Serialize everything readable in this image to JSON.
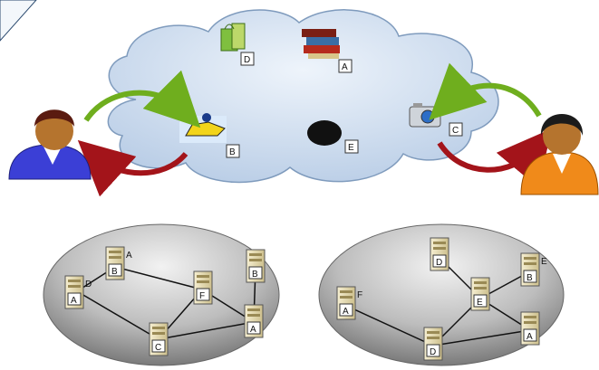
{
  "cloud": {
    "items": [
      {
        "key": "D",
        "icon": "shopping-bags-icon",
        "label": "D"
      },
      {
        "key": "A",
        "icon": "books-icon",
        "label": "A"
      },
      {
        "key": "B",
        "icon": "jet-ski-icon",
        "label": "B"
      },
      {
        "key": "E",
        "icon": "blob-icon",
        "label": "E"
      },
      {
        "key": "C",
        "icon": "camera-icon",
        "label": "C"
      }
    ]
  },
  "users": [
    {
      "key": "left",
      "icon": "user-left-icon",
      "shirt": "#3b3fd6"
    },
    {
      "key": "right",
      "icon": "user-right-icon",
      "shirt": "#f08a1a"
    }
  ],
  "networks": [
    {
      "key": "left",
      "servers": [
        {
          "label": "A",
          "tag": "D"
        },
        {
          "label": "B",
          "tag": "A"
        },
        {
          "label": "F",
          "tag": ""
        },
        {
          "label": "B",
          "tag": ""
        },
        {
          "label": "A",
          "tag": ""
        },
        {
          "label": "C",
          "tag": ""
        }
      ]
    },
    {
      "key": "right",
      "servers": [
        {
          "label": "D",
          "tag": ""
        },
        {
          "label": "B",
          "tag": "E"
        },
        {
          "label": "E",
          "tag": ""
        },
        {
          "label": "A",
          "tag": "F"
        },
        {
          "label": "A",
          "tag": ""
        },
        {
          "label": "D",
          "tag": ""
        }
      ]
    }
  ],
  "colors": {
    "cloud_fill": "#c7d8ee",
    "cloud_stroke": "#7f9bbd",
    "arrow_green": "#6fae1e",
    "arrow_red": "#a3141a",
    "server": "#e9dfb8"
  }
}
